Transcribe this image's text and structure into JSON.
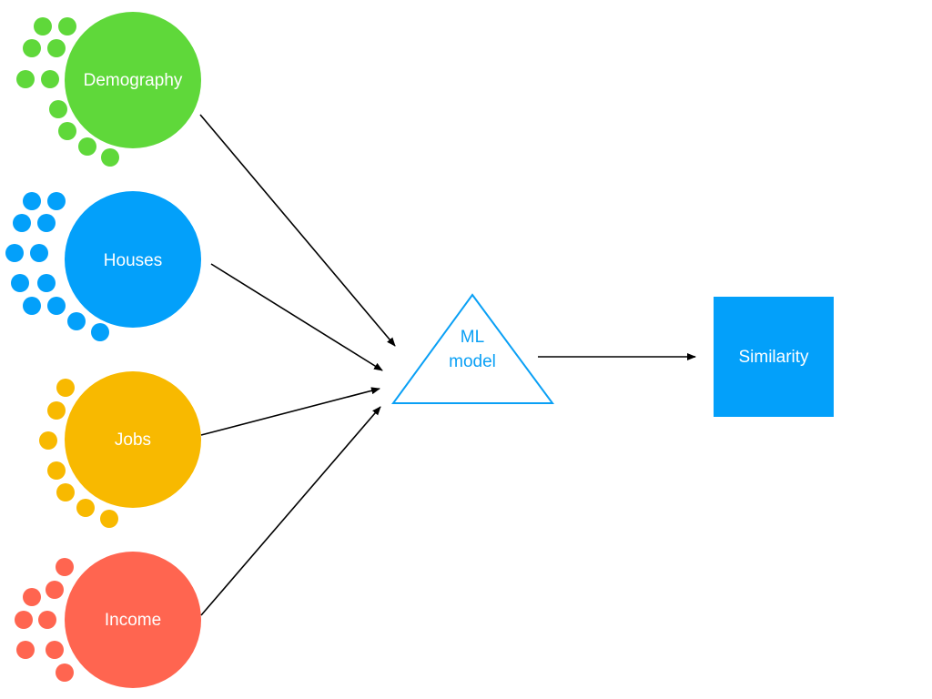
{
  "colors": {
    "demography": "#5fd83a",
    "houses": "#03a0fa",
    "jobs": "#f8b900",
    "income": "#ff6550",
    "model_stroke": "#0aa0f5",
    "output": "#03a0fa",
    "arrow": "#000000"
  },
  "inputs": [
    {
      "key": "demography",
      "label": "Demography"
    },
    {
      "key": "houses",
      "label": "Houses"
    },
    {
      "key": "jobs",
      "label": "Jobs"
    },
    {
      "key": "income",
      "label": "Income"
    }
  ],
  "model": {
    "line1": "ML",
    "line2": "model"
  },
  "output": {
    "label": "Similarity"
  }
}
